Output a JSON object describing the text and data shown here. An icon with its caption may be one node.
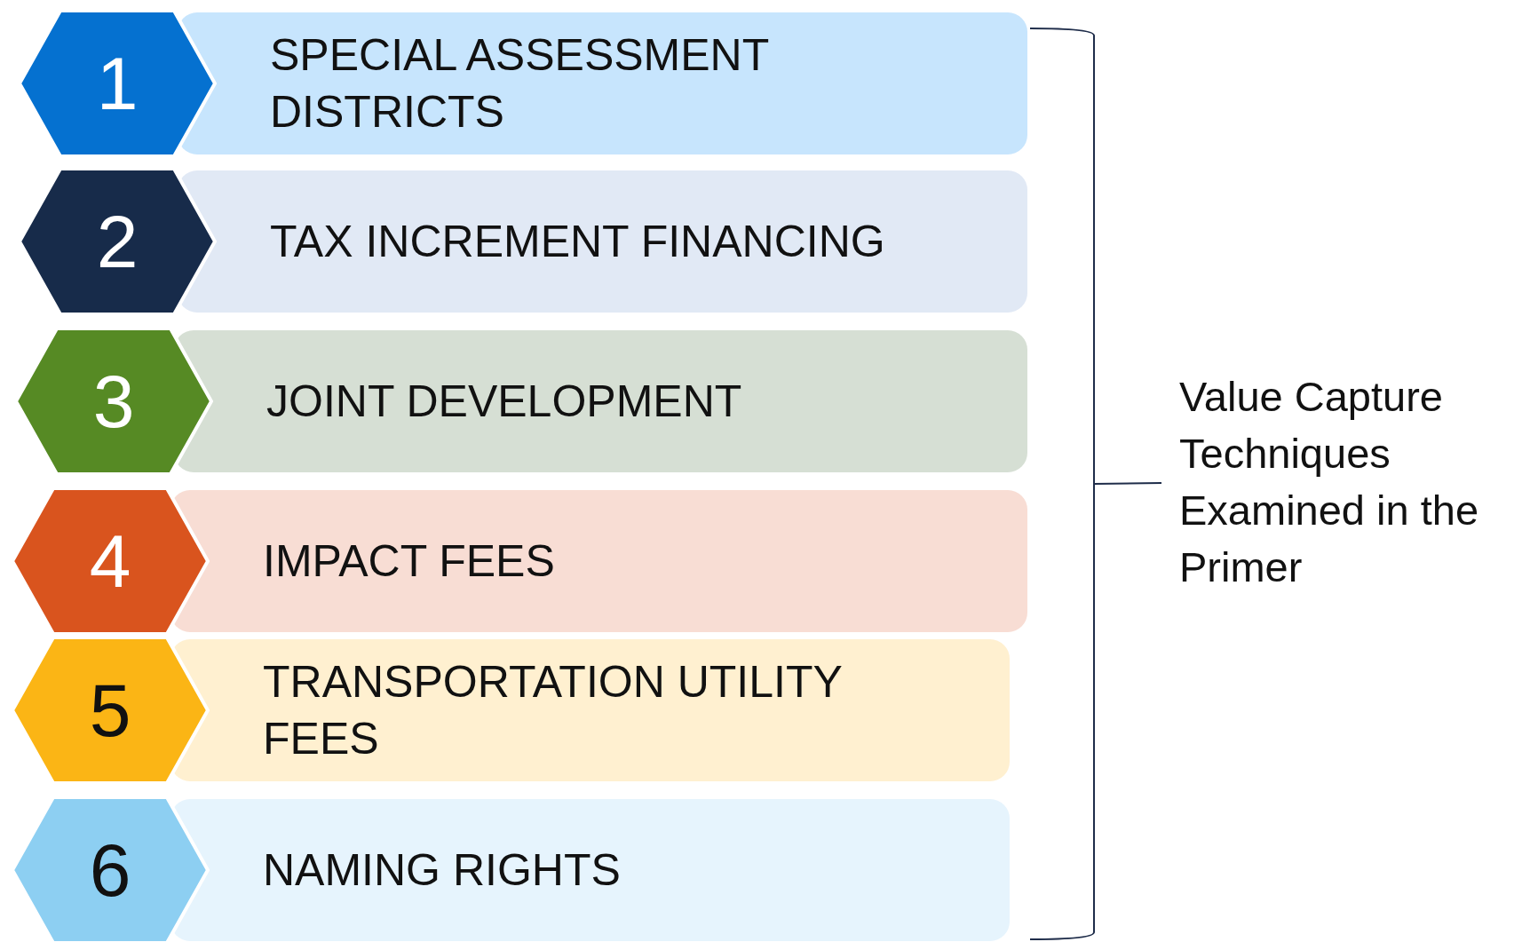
{
  "diagram": {
    "nodes": [
      {
        "text": [
          "1"
        ]
      },
      {
        "text": [
          "SPECIAL ASSESSMENT DISTRICTS"
        ]
      },
      {
        "text": [
          "2"
        ]
      },
      {
        "text": [
          "TAX INCREMENT FINANCING"
        ]
      },
      {
        "text": [
          "3"
        ]
      },
      {
        "text": [
          "JOINT DEVELOPMENT"
        ]
      },
      {
        "text": [
          "4"
        ]
      },
      {
        "text": [
          "IMPACT FEES"
        ]
      },
      {
        "text": [
          "5"
        ]
      },
      {
        "text": [
          "TRANSPORTATION UTILITY FEES"
        ]
      },
      {
        "text": [
          "6"
        ]
      },
      {
        "text": [
          "NAMING RIGHTS"
        ]
      }
    ],
    "edges": [],
    "labels": [
      "Value Capture Techniques Examined in the Primer"
    ]
  }
}
